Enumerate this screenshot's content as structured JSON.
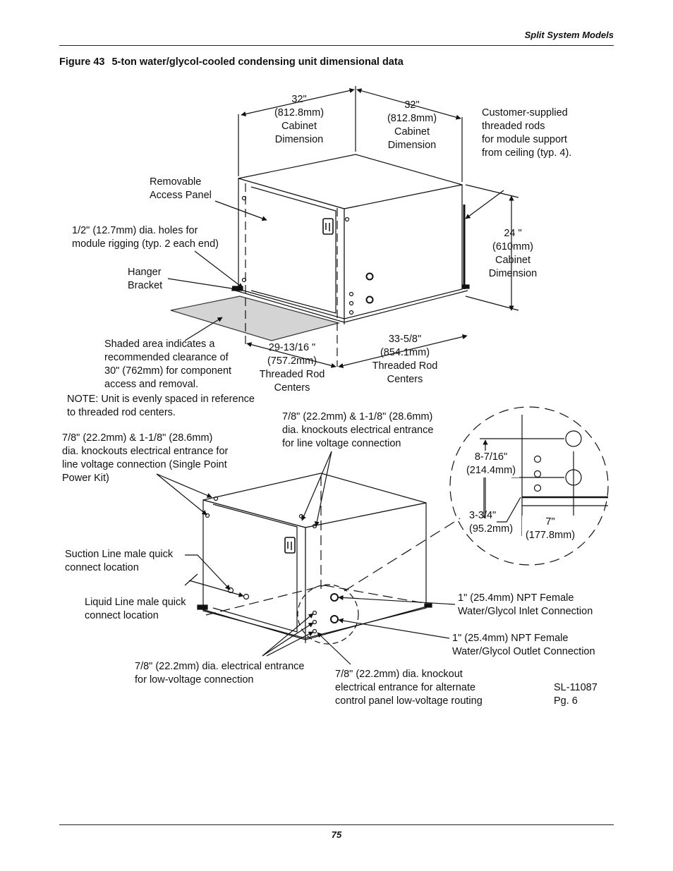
{
  "header": {
    "section": "Split System Models"
  },
  "figure": {
    "number": "Figure 43",
    "title": "5-ton water/glycol-cooled condensing unit dimensional data"
  },
  "labels": {
    "dim_width_left": "32\"\n(812.8mm)\nCabinet\nDimension",
    "dim_width_right": "32\"\n(812.8mm)\nCabinet\nDimension",
    "threaded_rods": "Customer-supplied\nthreaded rods\nfor module support\nfrom ceiling (typ. 4).",
    "removable_panel": "Removable\nAccess Panel",
    "rigging_holes": "1/2\" (12.7mm) dia. holes for\nmodule rigging (typ. 2 each end)",
    "hanger_bracket": "Hanger\nBracket",
    "dim_height": "24 \"\n(610mm)\nCabinet\nDimension",
    "shaded_area": "Shaded area indicates a\nrecommended clearance of\n30\" (762mm) for component\naccess and removal.",
    "rod_centers_left": "29-13/16 \"\n(757.2mm)\nThreaded Rod\nCenters",
    "rod_centers_right": "33-5/8\"\n(854.1mm)\nThreaded Rod\nCenters",
    "note": "NOTE: Unit is evenly spaced in reference\nto threaded rod centers.",
    "knockouts_single_point": "7/8\" (22.2mm) & 1-1/8\" (28.6mm)\ndia. knockouts electrical entrance for\nline voltage connection (Single Point\nPower Kit)",
    "knockouts_line_voltage": "7/8\" (22.2mm) & 1-1/8\" (28.6mm)\ndia. knockouts electrical entrance\nfor line voltage connection",
    "suction_line": "Suction Line male quick\nconnect location",
    "liquid_line": "Liquid Line male quick\nconnect location",
    "low_voltage_entrance": "7/8\" (22.2mm) dia. electrical entrance\nfor low-voltage connection",
    "alt_knockout": "7/8\" (22.2mm) dia. knockout\nelectrical entrance for alternate\ncontrol panel low-voltage routing",
    "inlet": "1\" (25.4mm) NPT Female\nWater/Glycol Inlet Connection",
    "outlet": "1\" (25.4mm) NPT Female\nWater/Glycol Outlet Connection",
    "detail_vertical": "8-7/16\"\n(214.4mm)",
    "detail_bottom": "3-3/4\"\n(95.2mm)",
    "detail_horizontal": "7\"\n(177.8mm)",
    "drawing_ref": "SL-11087\nPg. 6"
  },
  "footer": {
    "page_number": "75"
  }
}
